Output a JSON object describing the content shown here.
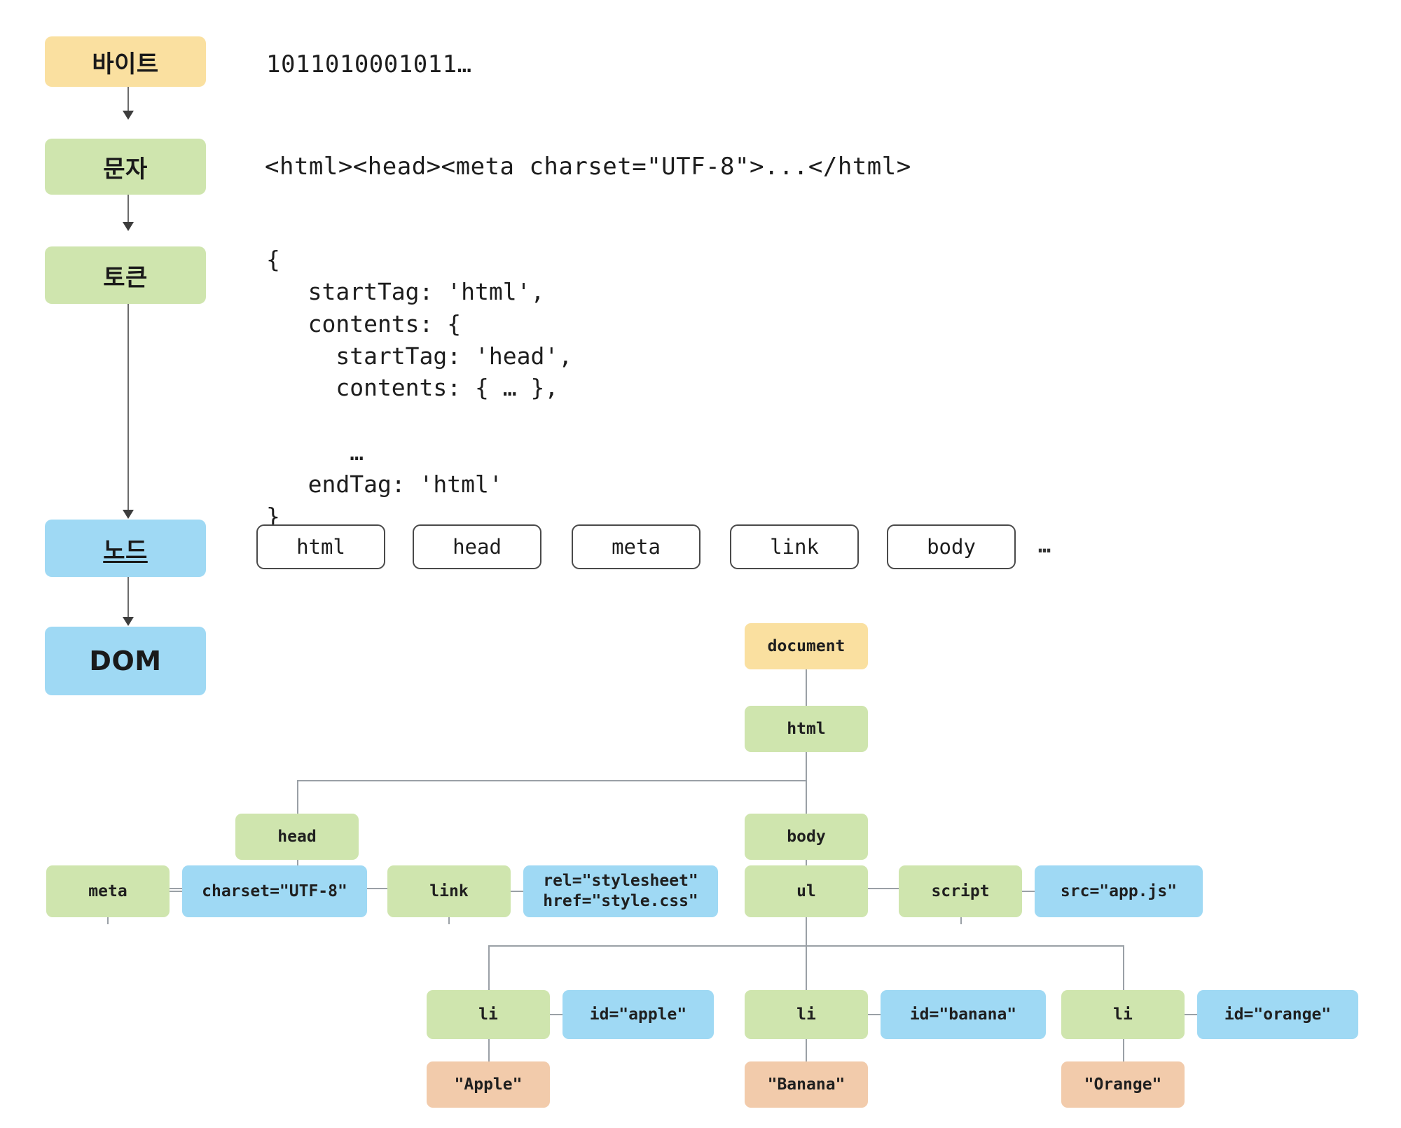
{
  "pipeline": {
    "stages": [
      {
        "label": "바이트",
        "color": "#fae0a0",
        "kind": "yellow",
        "underlined": false
      },
      {
        "label": "문자",
        "color": "#cfe5ae",
        "kind": "green",
        "underlined": false
      },
      {
        "label": "토큰",
        "color": "#cfe5ae",
        "kind": "green",
        "underlined": false
      },
      {
        "label": "노드",
        "color": "#9fd9f4",
        "kind": "blue",
        "underlined": true
      },
      {
        "label": "DOM",
        "color": "#9fd9f4",
        "kind": "blue",
        "underlined": false
      }
    ]
  },
  "content": {
    "bytes_text": "1011010001011…",
    "chars_text": "<html><head><meta charset=\"UTF-8\">...</html>",
    "token_lines": [
      "{",
      "   startTag: 'html',",
      "   contents: {",
      "     startTag: 'head',",
      "     contents: { … },",
      "",
      "      …",
      "   endTag: 'html'",
      "}"
    ],
    "token_text": "{\n   startTag: 'html',\n   contents: {\n     startTag: 'head',\n     contents: { … },\n\n      …\n   endTag: 'html'\n}"
  },
  "nodes": {
    "pills": [
      "html",
      "head",
      "meta",
      "link",
      "body"
    ],
    "ellipsis": "…"
  },
  "dom_tree": {
    "document": "document",
    "html": "html",
    "head": "head",
    "body": "body",
    "meta": "meta",
    "meta_attr": "charset=\"UTF-8\"",
    "link": "link",
    "link_attr_line1": "rel=\"stylesheet\"",
    "link_attr_line2": "href=\"style.css\"",
    "ul": "ul",
    "script": "script",
    "script_attr": "src=\"app.js\"",
    "li1": "li",
    "li1_attr": "id=\"apple\"",
    "li1_text": "\"Apple\"",
    "li2": "li",
    "li2_attr": "id=\"banana\"",
    "li2_text": "\"Banana\"",
    "li3": "li",
    "li3_attr": "id=\"orange\"",
    "li3_text": "\"Orange\""
  },
  "colors": {
    "document_node": "#fae0a0",
    "element_node": "#cfe5ae",
    "attribute_node": "#9fd9f4",
    "text_node": "#f2cbab",
    "edge": "#9aa0a6",
    "arrow": "#3d3d3d"
  }
}
